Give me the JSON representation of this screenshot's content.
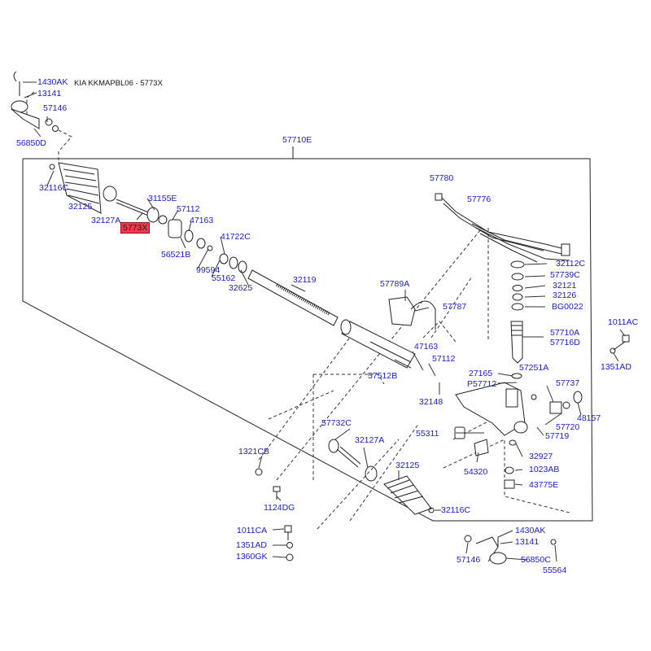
{
  "header": {
    "title": "KIA KKMAPBL06 - 5773X"
  },
  "highlight_color": "#ee3b4c",
  "label_color": "#1a1ad4",
  "parts": {
    "p1430ak_a": "1430AK",
    "p13141_a": "13141",
    "p57146_a": "57146",
    "p56850d": "56850D",
    "p57710e": "57710E",
    "p32116c_a": "32116C",
    "p32125_a": "32125",
    "p32127a_a": "32127A",
    "p5773x": "5773X",
    "p31155e": "31155E",
    "p57112_a": "57112",
    "p47163_a": "47163",
    "p56521b": "56521B",
    "p99594": "99594",
    "p41722c": "41722C",
    "p55162": "55162",
    "p32625": "32625",
    "p32119": "32119",
    "p57789a": "57789A",
    "p57787": "57787",
    "p57780": "57780",
    "p57776": "57776",
    "p32112c": "32112C",
    "p57739c": "57739C",
    "p32121": "32121",
    "p32126": "32126",
    "pbg0022": "BG0022",
    "p57710a": "57710A",
    "p57716d": "57716D",
    "p1011ac_a": "1011AC",
    "p1351ad_a": "1351AD",
    "p57512b": "57512B",
    "p47163_b": "47163",
    "p57112_b": "57112",
    "p32148": "32148",
    "p27165": "27165",
    "p57251a": "57251A",
    "pp57712": "P57712",
    "p57737": "57737",
    "p48157": "48157",
    "p57720": "57720",
    "p57719": "57719",
    "p57732c": "57732C",
    "p32127a_b": "32127A",
    "p55311": "55311",
    "p54320": "54320",
    "p32927": "32927",
    "p1023ab": "1023AB",
    "p43775e": "43775E",
    "p1321cb": "1321CB",
    "p1124dg": "1124DG",
    "p32125_b": "32125",
    "p32116c_b": "32116C",
    "p1011ca": "1011CA",
    "p1351ad_b": "1351AD",
    "p1360gk": "1360GK",
    "p1430ak_b": "1430AK",
    "p13141_b": "13141",
    "p57146_b": "57146",
    "p56850c": "56850C",
    "p55564": "55564"
  }
}
